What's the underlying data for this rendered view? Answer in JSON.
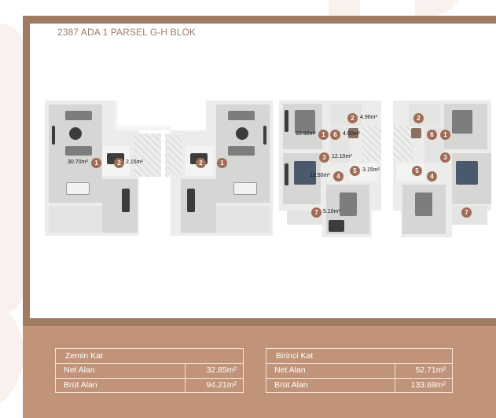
{
  "title": "2387 ADA 1 PARSEL G-H BLOK",
  "colors": {
    "frame": "#a07a63",
    "panel": "#c19379",
    "badge": "#a06c55",
    "title": "#9c7a66",
    "decor": "#f8f1ee"
  },
  "ground_floor": {
    "rooms": [
      {
        "number": "1",
        "area": "30.70m²"
      },
      {
        "number": "2",
        "area": "2.15m²"
      }
    ]
  },
  "first_floor": {
    "rooms": [
      {
        "number": "1",
        "area": "10.90m²"
      },
      {
        "number": "2",
        "area": "4.96m²"
      },
      {
        "number": "3",
        "area": "12.10m²"
      },
      {
        "number": "4",
        "area": "12.50m²"
      },
      {
        "number": "5",
        "area": "3.15m²"
      },
      {
        "number": "6",
        "area": "4.00m²"
      },
      {
        "number": "7",
        "area": "5.10m²"
      }
    ]
  },
  "tables": [
    {
      "header": "Zemin Kat",
      "rows": [
        {
          "label": "Net Alan",
          "value": "32.85m²"
        },
        {
          "label": "Brüt Alan",
          "value": "94.21m²"
        }
      ]
    },
    {
      "header": "Birinci Kat",
      "rows": [
        {
          "label": "Net Alan",
          "value": "52.71m²"
        },
        {
          "label": "Brüt Alan",
          "value": "133.69m²"
        }
      ]
    }
  ]
}
